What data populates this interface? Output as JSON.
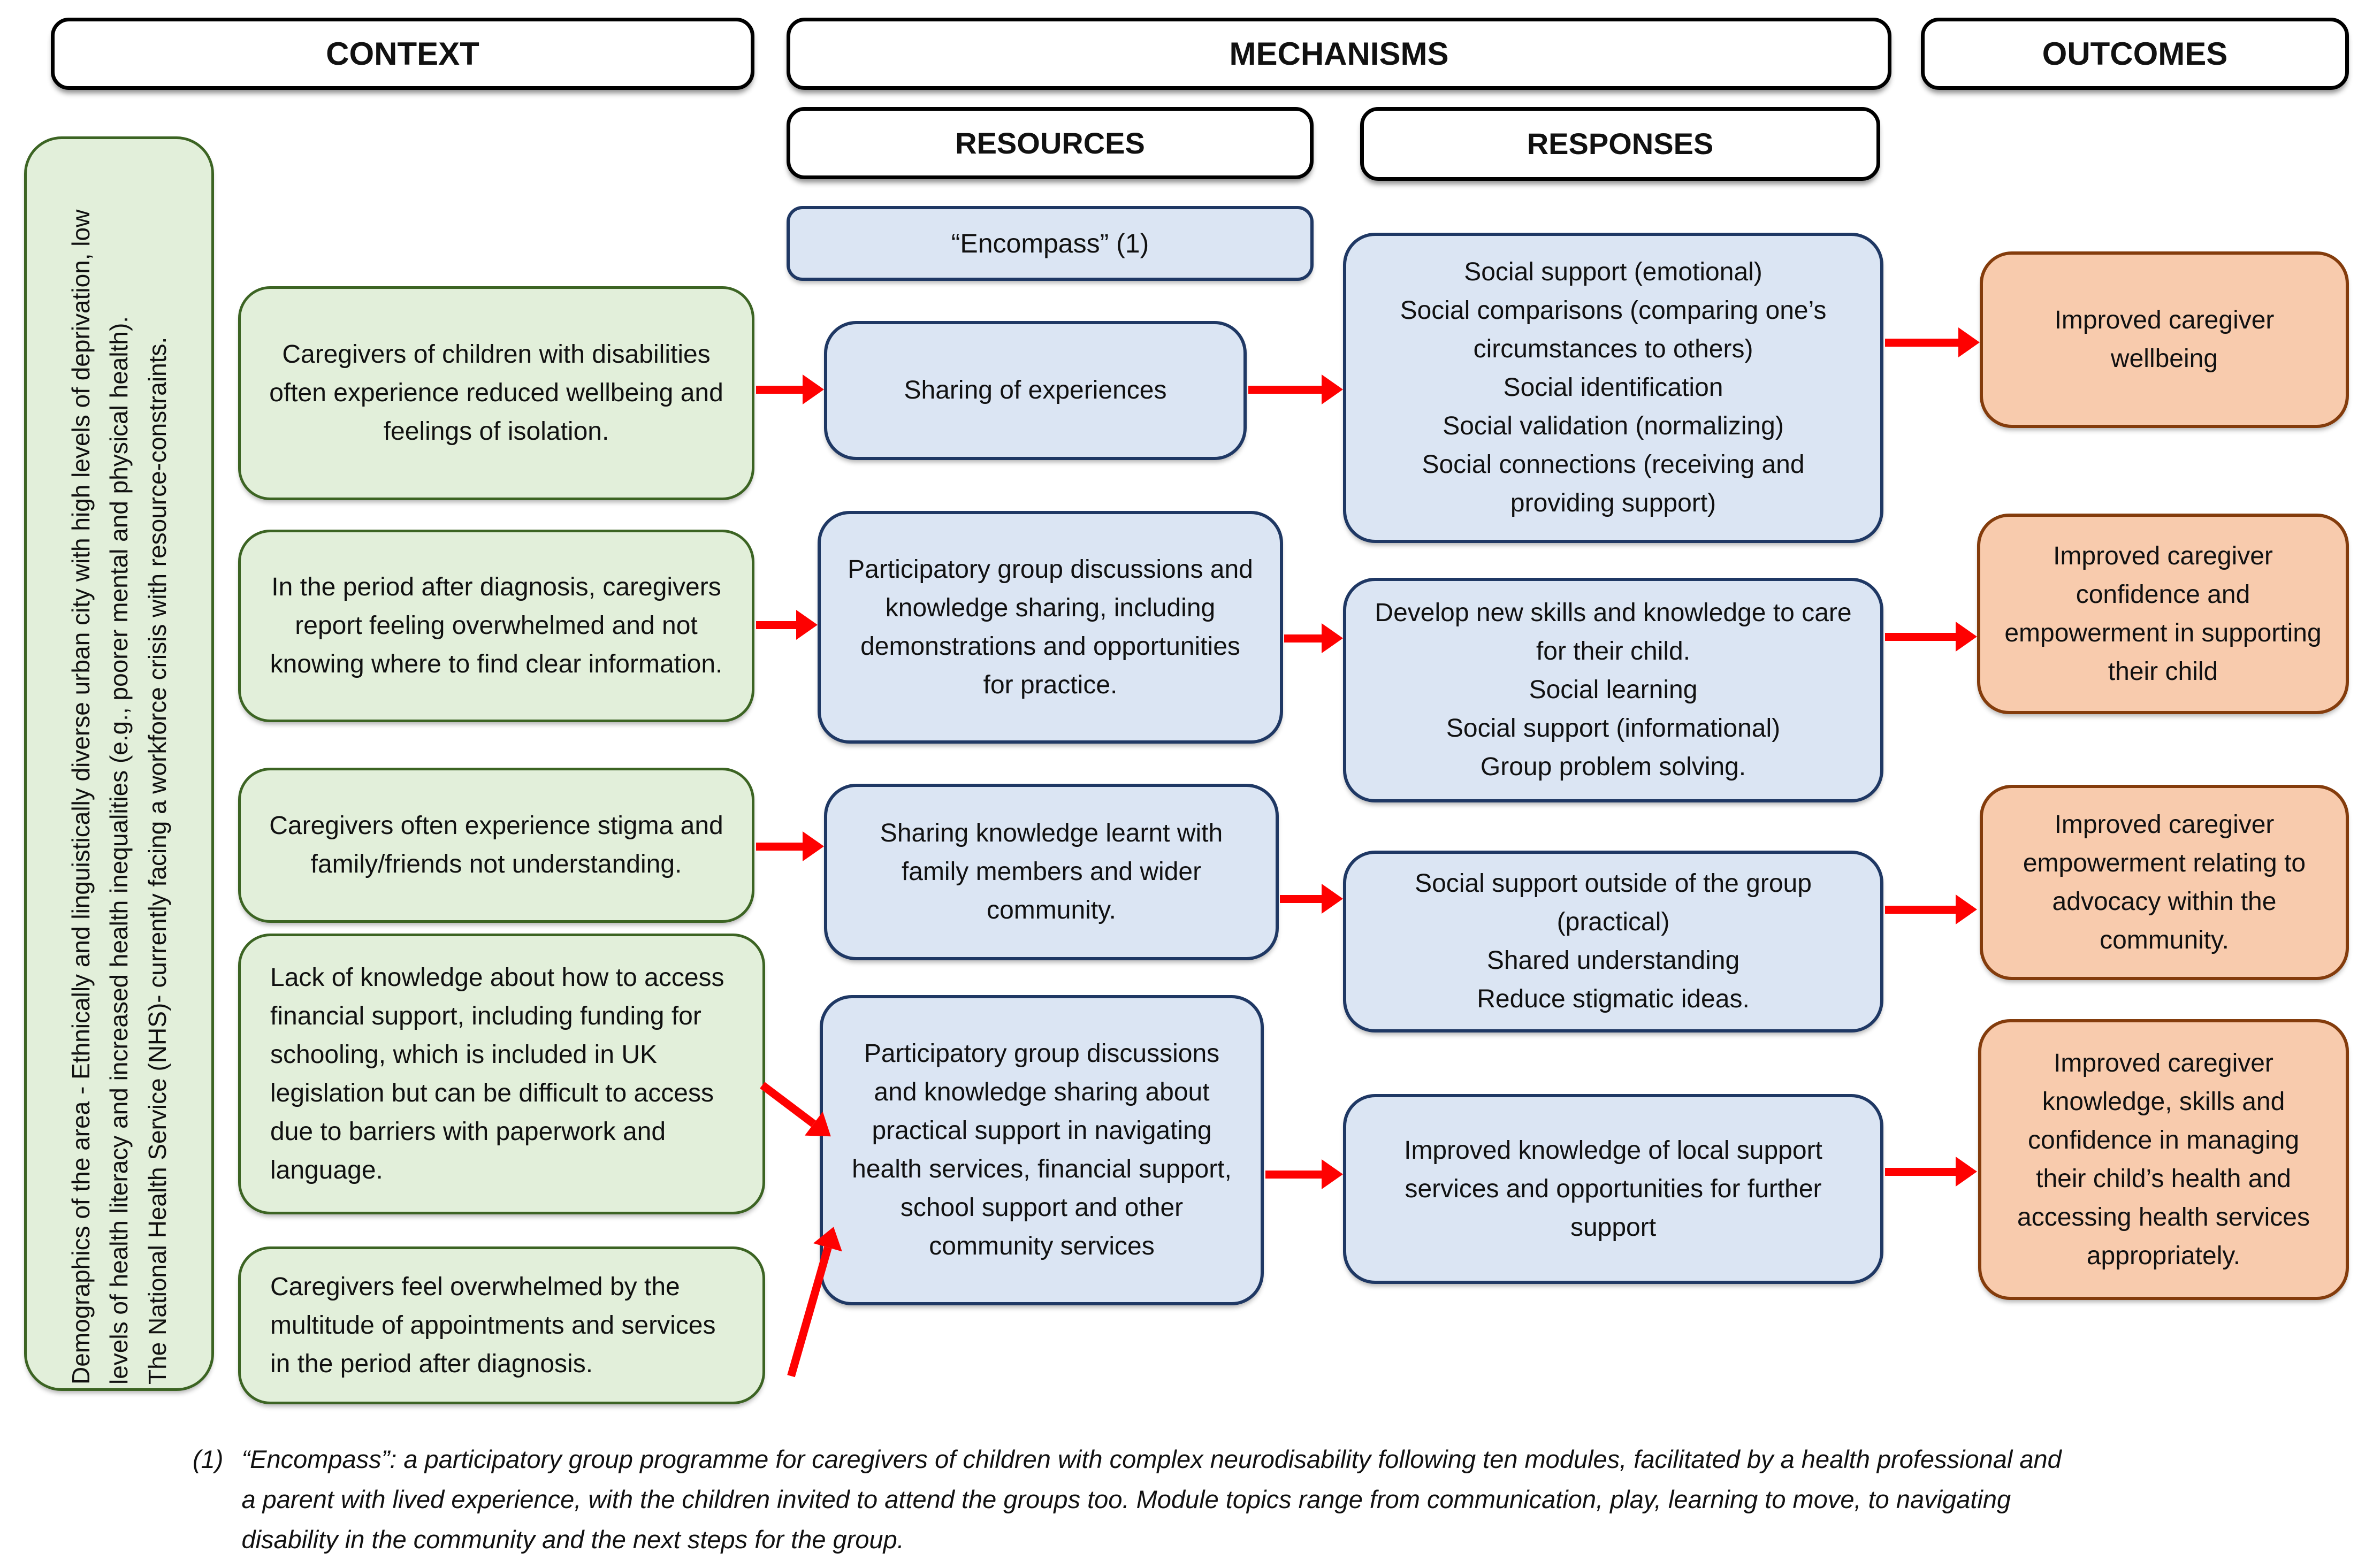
{
  "diagram": {
    "headers": {
      "context": "CONTEXT",
      "mechanisms": "MECHANISMS",
      "outcomes": "OUTCOMES",
      "resources": "RESOURCES",
      "responses": "RESPONSES"
    },
    "encompass_label": "“Encompass” (1)",
    "sidebar": "Demographics of the area - Ethnically and linguistically diverse urban city with high levels of deprivation, low levels of health literacy and increased health inequalities (e.g., poorer mental and physical health).\nThe National Health Service (NHS)- currently facing a workforce crisis with resource-constraints.",
    "context_boxes": [
      "Caregivers of children with disabilities often experience reduced wellbeing and feelings of isolation.",
      "In the period after diagnosis, caregivers report feeling overwhelmed and not knowing where to find clear information.",
      "Caregivers often experience stigma and family/friends not understanding.",
      "Lack of knowledge about how to access financial support, including funding for schooling, which is included in UK legislation but can be difficult to access due to barriers with paperwork and language.",
      "Caregivers feel overwhelmed by the multitude of appointments and services in the period after diagnosis."
    ],
    "resource_boxes": [
      "Sharing of experiences",
      "Participatory group discussions and knowledge sharing, including demonstrations and opportunities for practice.",
      "Sharing knowledge learnt with family members and wider community.",
      "Participatory group discussions and knowledge sharing about practical support in navigating health services, financial support, school support and other community services"
    ],
    "response_boxes": [
      "Social support (emotional)\nSocial comparisons (comparing one’s circumstances to others)\nSocial identification\nSocial validation (normalizing)\nSocial connections (receiving and providing support)",
      "Develop new skills and knowledge to care for their child.\nSocial learning\nSocial support (informational)\nGroup problem solving.",
      "Social support outside of the group (practical)\nShared understanding\nReduce stigmatic ideas.",
      "Improved knowledge of local support services and opportunities for further support"
    ],
    "outcome_boxes": [
      "Improved caregiver wellbeing",
      "Improved caregiver confidence and empowerment in supporting their child",
      "Improved caregiver empowerment relating to advocacy within the community.",
      "Improved caregiver knowledge, skills and confidence in managing their child’s health and accessing health services appropriately."
    ],
    "footnote": {
      "marker": "(1)",
      "text": "“Encompass”: a participatory group programme for caregivers of children with complex neurodisability following ten modules, facilitated by a health professional and a parent with lived experience, with the children invited to attend the groups too. Module topics range from communication, play, learning to move, to navigating disability in the community and the next steps for the group."
    }
  },
  "colors": {
    "context_fill": "#e2efda",
    "context_border": "#3c6423",
    "mechanism_fill": "#dbe5f3",
    "mechanism_border": "#1f3864",
    "outcome_fill": "#f8cbad",
    "outcome_border": "#843c0c",
    "arrow": "#fe0101",
    "header_fill": "#ffffff",
    "header_border": "#000000"
  }
}
